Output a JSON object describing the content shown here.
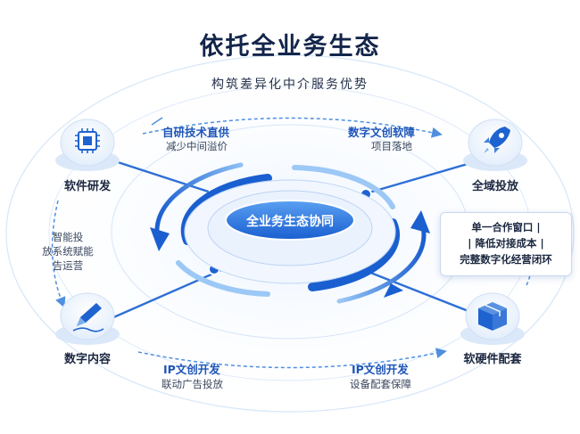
{
  "title": "依托全业务生态",
  "subtitle": "构筑差异化中介服务优势",
  "hub": {
    "label": "全业务生态协同"
  },
  "nodes": [
    {
      "label": "软件研发",
      "icon": "chip-icon"
    },
    {
      "label": "全域投放",
      "icon": "rocket-icon"
    },
    {
      "label": "数字内容",
      "icon": "pen-icon"
    },
    {
      "label": "软硬件配套",
      "icon": "box-icon"
    }
  ],
  "edges": {
    "top_left": {
      "title": "自研技术直供",
      "subtitle": "减少中间溢价"
    },
    "top_right": {
      "title": "数字文创软障",
      "subtitle": "项目落地"
    },
    "left": {
      "lines": [
        "智能投",
        "放系统赋能",
        "告运营"
      ]
    },
    "bottom_left": {
      "title": "IP文创开发",
      "subtitle": "联动广告投放"
    },
    "bottom_right": {
      "title": "IP文创开发",
      "subtitle": "设备配套保障"
    }
  },
  "panel": {
    "lines": [
      "单一合作窗口 |",
      "| 降低对接成本 |",
      "完整数字化经营闭环"
    ]
  },
  "colors": {
    "accent": "#1e63d0",
    "accent_light": "#7fb0ee",
    "ring": "#d6e6f8",
    "text_dark": "#13254a"
  }
}
